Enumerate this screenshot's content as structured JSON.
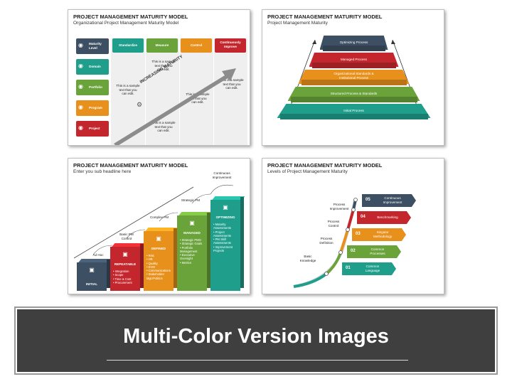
{
  "slide1": {
    "title": "PROJECT MANAGEMENT MATURITY MODEL",
    "subtitle": "Organizational Project Management Maturity Model",
    "levels": [
      {
        "label": "Maturity\nLevel",
        "color": "#3d4f63"
      },
      {
        "label": "Domain",
        "color": "#1f9e8c"
      },
      {
        "label": "Portfolio",
        "color": "#6aa33a"
      },
      {
        "label": "Program",
        "color": "#e8901c"
      },
      {
        "label": "Project",
        "color": "#c3272d"
      }
    ],
    "columns": [
      {
        "label": "Standardize",
        "color": "#1f9e8c"
      },
      {
        "label": "Measure",
        "color": "#6aa33a"
      },
      {
        "label": "Control",
        "color": "#e8901c"
      },
      {
        "label": "Continuously\nImprove",
        "color": "#c3272d"
      }
    ],
    "sample_text": "This is a sample\ntext that you\ncan edit.",
    "arrow_label": "INCREASING MATURITY"
  },
  "slide2": {
    "title": "PROJECT MANAGEMENT MATURITY MODEL",
    "subtitle": "Project Management Maturity",
    "steps": [
      {
        "label": "Optimizing Process",
        "color": "#3d4f63"
      },
      {
        "label": "Managed Process",
        "color": "#c3272d"
      },
      {
        "label": "Organizational Standards &\nInstitutional Process",
        "color": "#e8901c"
      },
      {
        "label": "Structured Process & Standards",
        "color": "#6aa33a"
      },
      {
        "label": "Initial Process",
        "color": "#1f9e8c"
      }
    ]
  },
  "slide3": {
    "title": "PROJECT MANAGEMENT MATURITY MODEL",
    "subtitle": "Enter you sub headline here",
    "bars": [
      {
        "name": "INITIAL",
        "color": "#3d4f63",
        "items": []
      },
      {
        "name": "REPEATABLE",
        "color": "#c3272d",
        "items": [
          "Integration",
          "Scope",
          "Time & Cost",
          "Procurement"
        ]
      },
      {
        "name": "DEFINED",
        "color": "#e8901c",
        "items": [
          "Risk",
          "HR",
          "Quality",
          "EVM",
          "Communications",
          "Stakeholder\nMgt./Politics"
        ]
      },
      {
        "name": "MANAGED",
        "color": "#6aa33a",
        "items": [
          "Strategic PMO",
          "Strategic Goals",
          "Portfolio\nManagement",
          "Executive\nOversight",
          "Metrics"
        ]
      },
      {
        "name": "OPTIMIZING",
        "color": "#1f9e8c",
        "items": [
          "Maturity\nAssessments",
          "Project\nAssessments",
          "PM Skill\nAssessments",
          "Improvement\nProjects"
        ]
      }
    ],
    "stage_labels": [
      "Ad Hoc",
      "Basic PM\nControl",
      "Complex PM",
      "Strategic PM",
      "Continuous\nImprovement"
    ]
  },
  "slide4": {
    "title": "PROJECT MANAGEMENT MATURITY MODEL",
    "subtitle": "Levels of Project Management Maturity",
    "levels": [
      {
        "num": "05",
        "label": "Continuous\nImprovement",
        "color": "#3d4f63"
      },
      {
        "num": "04",
        "label": "Benchmarking",
        "color": "#c3272d"
      },
      {
        "num": "03",
        "label": "Singular\nMethodology",
        "color": "#e8901c"
      },
      {
        "num": "02",
        "label": "Common\nProcesses",
        "color": "#6aa33a"
      },
      {
        "num": "01",
        "label": "Common\nLanguage",
        "color": "#1f9e8c"
      }
    ],
    "side_labels": [
      "Process\nImprovement",
      "Process\nControl",
      "Process\nDefinition",
      "Basic\nKnowledge"
    ]
  },
  "banner": {
    "text": "Multi-Color Version Images"
  }
}
